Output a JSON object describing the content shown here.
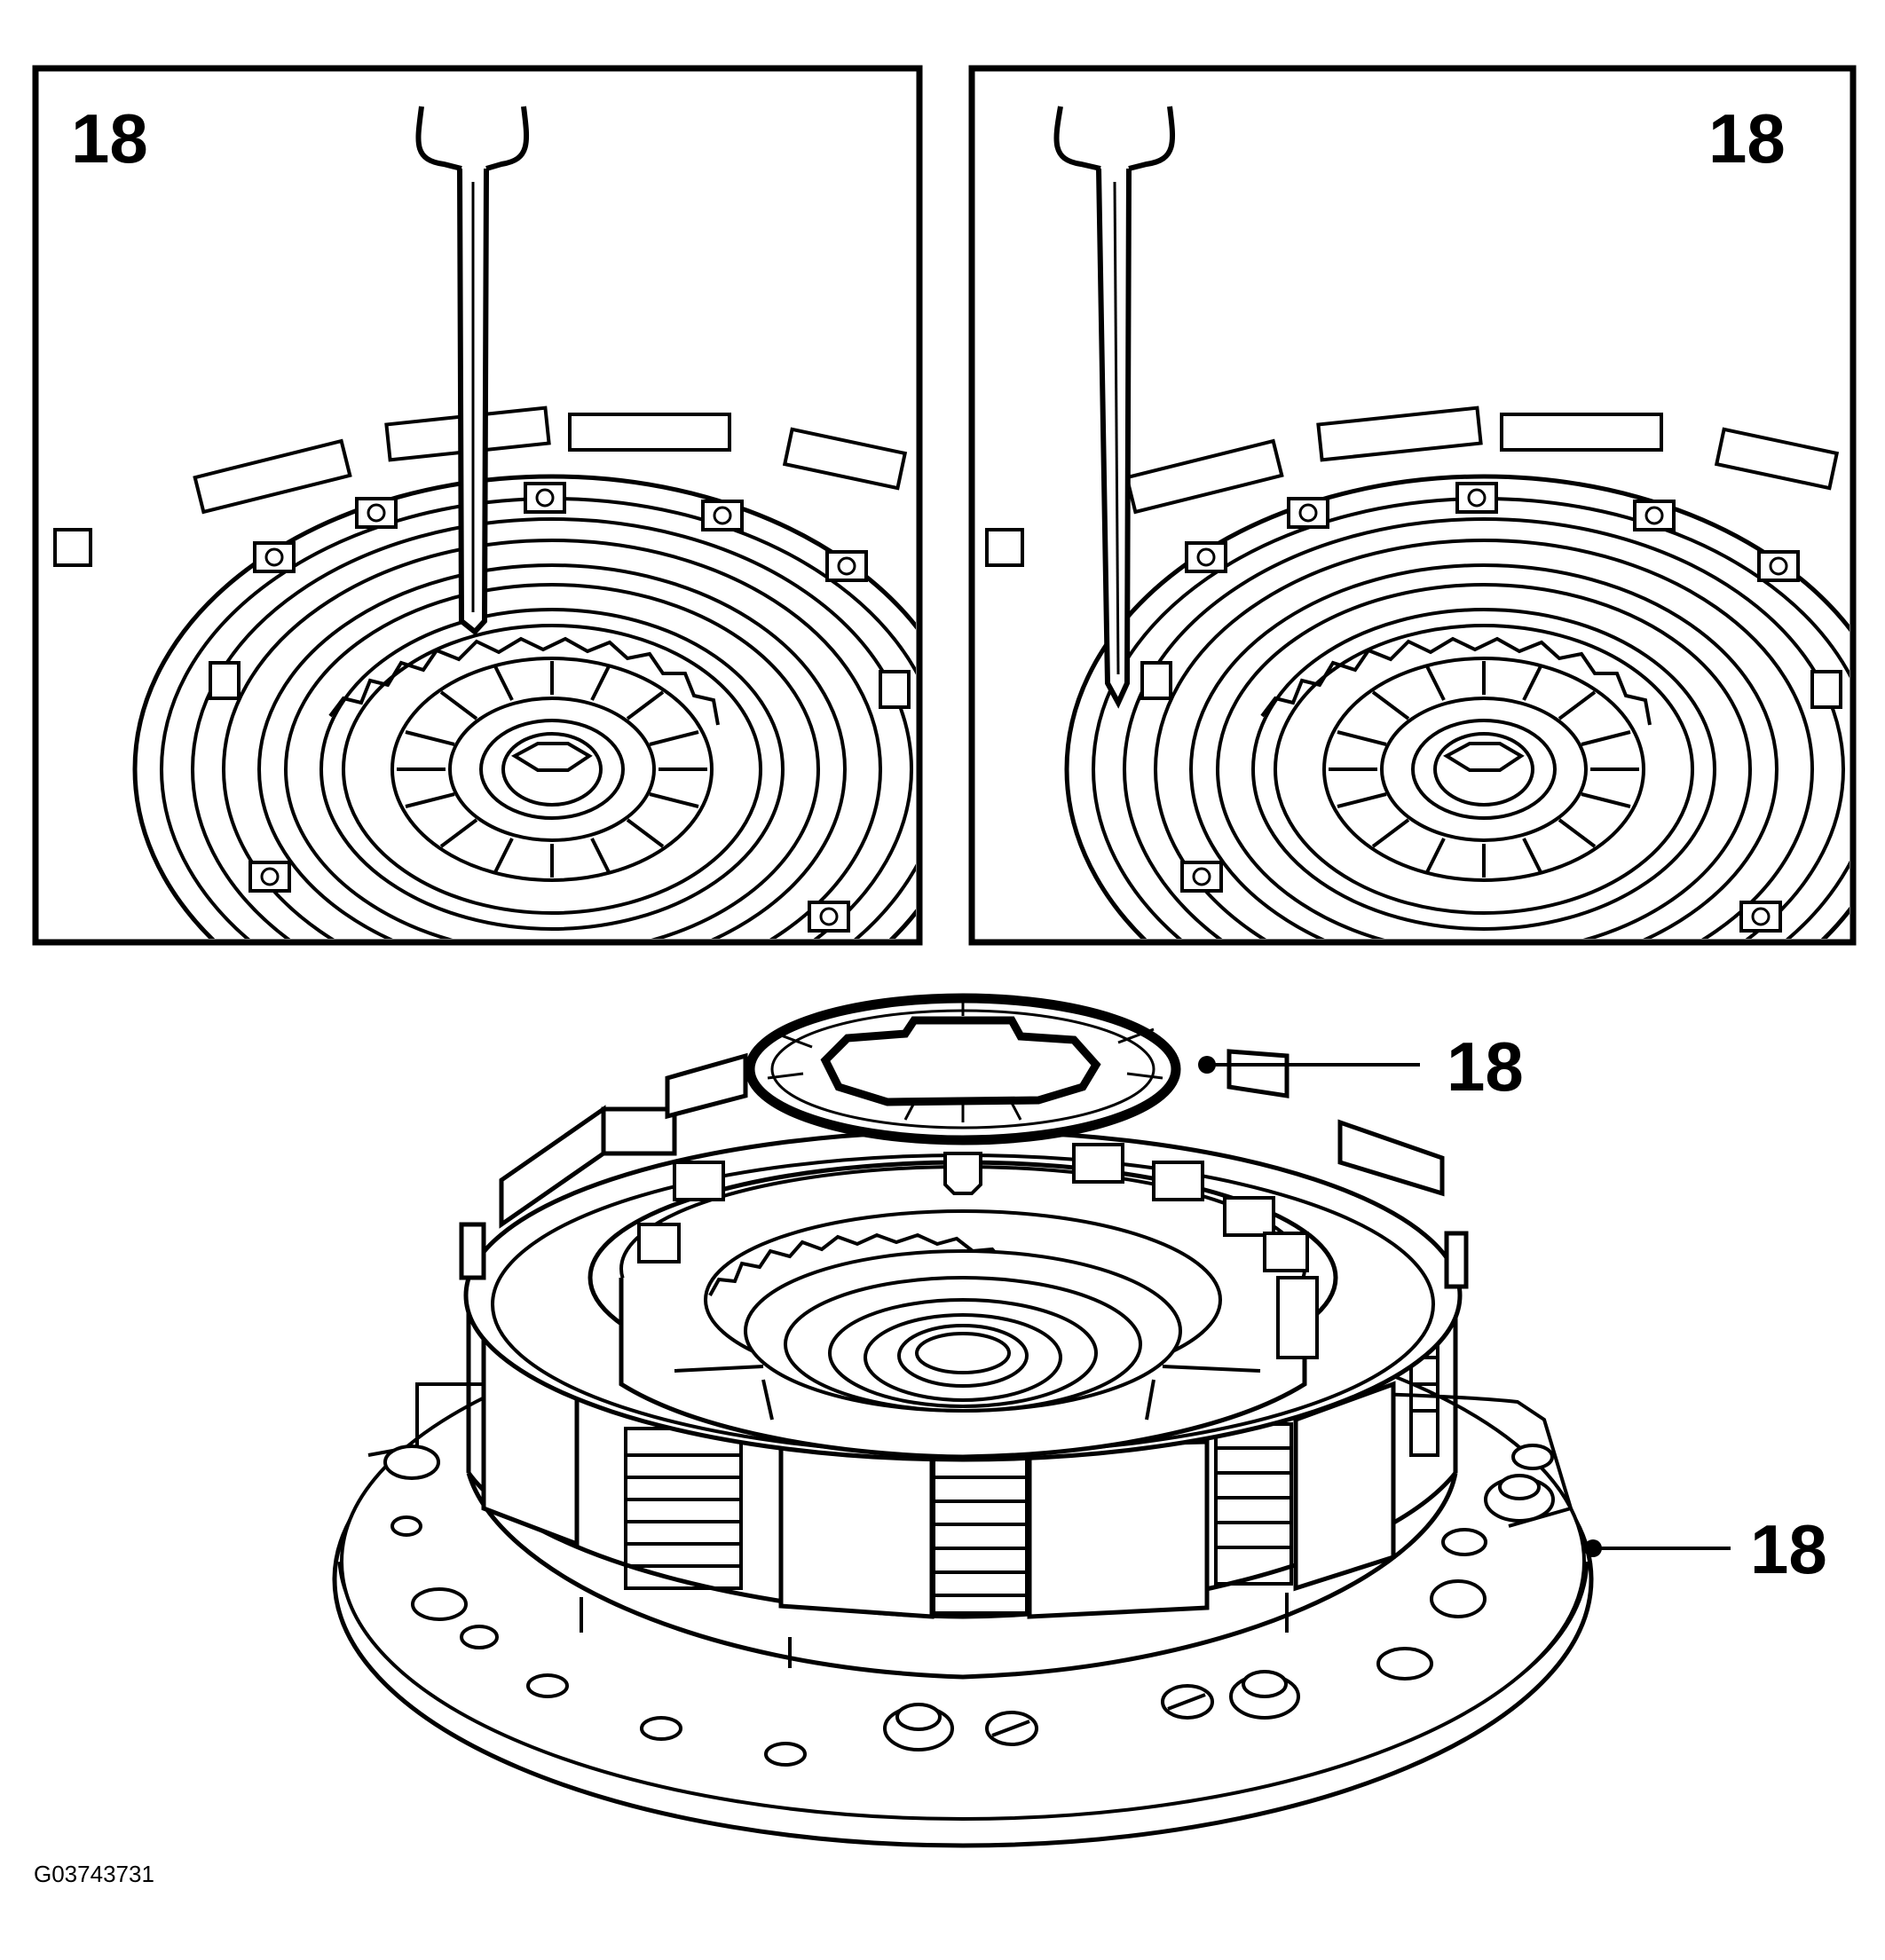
{
  "panels": [
    {
      "callout": "18"
    },
    {
      "callout": "18"
    }
  ],
  "main": {
    "callout_upper": "18",
    "callout_lower": "18"
  },
  "figure_id": "G03743731"
}
